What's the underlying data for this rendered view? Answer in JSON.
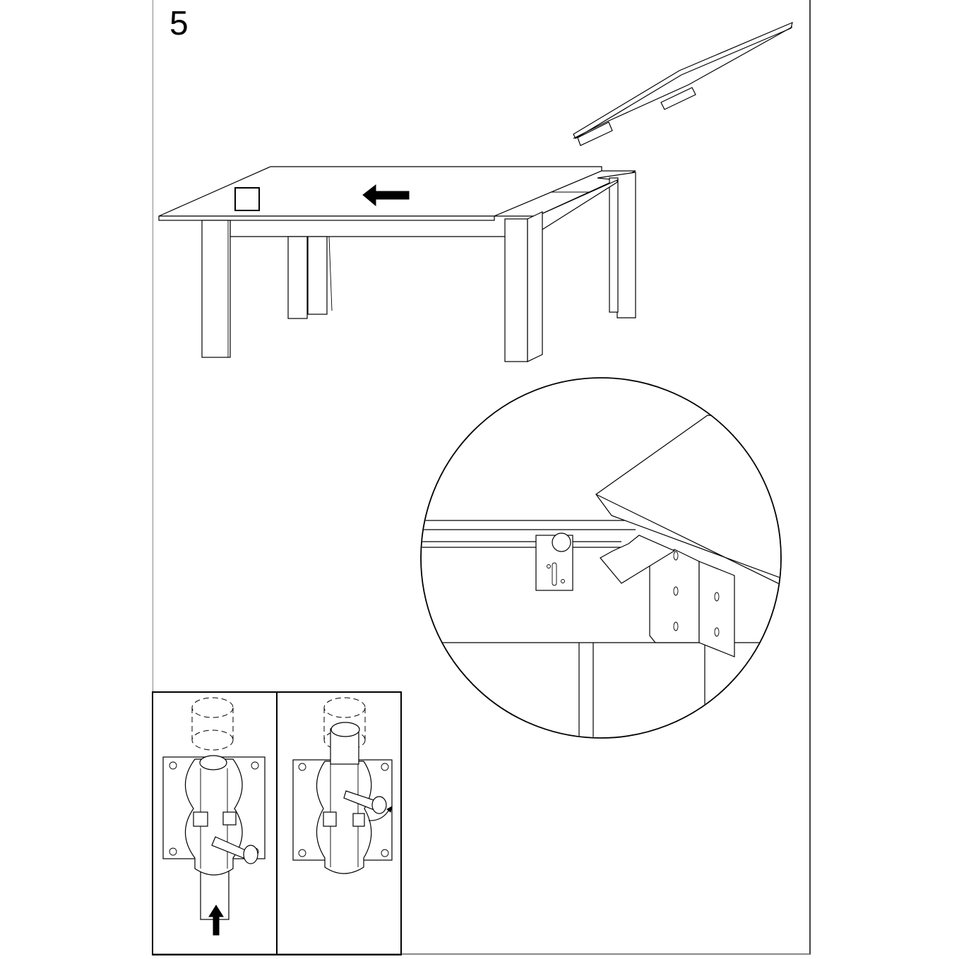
{
  "page": {
    "step_number": "5",
    "border_color": "#444444"
  },
  "illustrations": {
    "main": "table-top-extension-leaf-being-inserted",
    "detail_circle": "magnified-view-of-extension-bracket-and-latch-pin",
    "inset_left": "latch-bolt-pushed-up-open-position",
    "inset_right": "latch-bolt-rotated-locked-position"
  },
  "icons": {
    "slide_arrow": "arrow-left-icon",
    "push_arrow": "arrow-up-icon",
    "rotate_arrow": "curved-arrow-icon",
    "marker": "square-marker-icon"
  }
}
